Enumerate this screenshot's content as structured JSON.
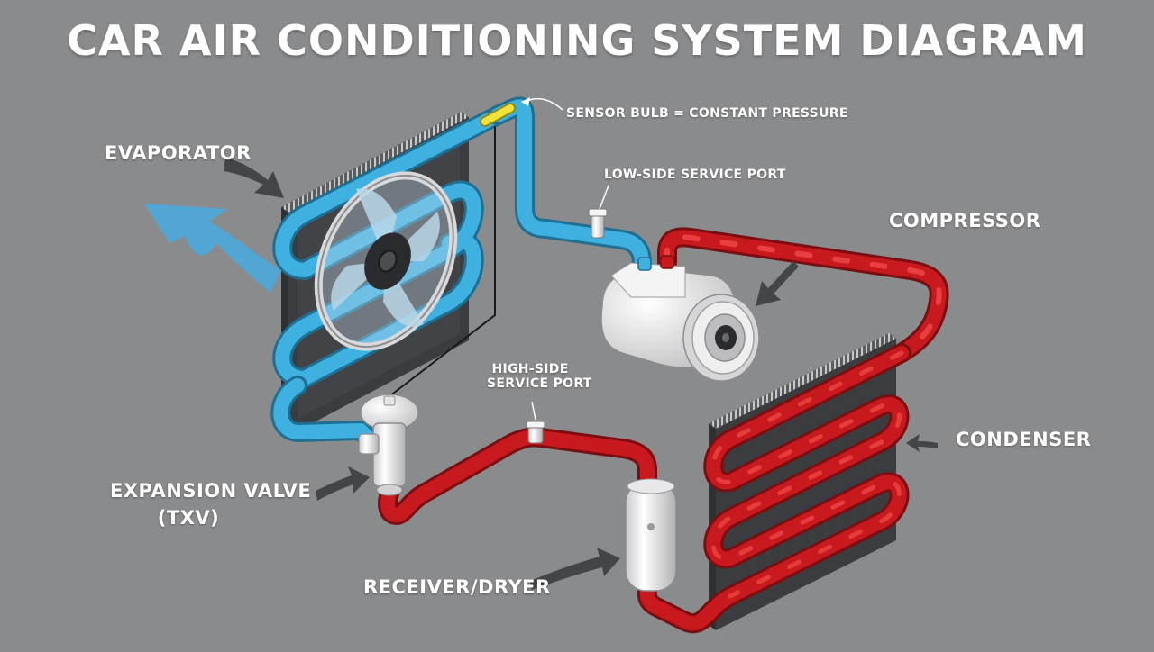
{
  "title": "CAR AIR CONDITIONING SYSTEM DIAGRAM",
  "labels": {
    "evaporator": "EVAPORATOR",
    "sensor_bulb": "SENSOR BULB = CONSTANT PRESSURE",
    "low_side_port": "LOW-SIDE SERVICE PORT",
    "compressor": "COMPRESSOR",
    "high_side_port_line1": "HIGH-SIDE",
    "high_side_port_line2": "SERVICE PORT",
    "condenser": "CONDENSER",
    "expansion_valve_line1": "EXPANSION VALVE",
    "expansion_valve_line2": "(TXV)",
    "receiver_dryer": "RECEIVER/DRYER"
  },
  "colors": {
    "background": "#8a8b8d",
    "low_pressure_line": "#3fb1e0",
    "high_pressure_line": "#c81a1e",
    "sensor_bulb": "#f2e33a",
    "airflow_arrow": "#4aa8dc",
    "component_white": "#f0f0f0",
    "core_dark": "#3a3b3d"
  },
  "icons": {
    "pointer_arrows": "dark-pointer-arrow",
    "airflow": "cold-airflow-arrow",
    "fan": "fan-icon"
  }
}
